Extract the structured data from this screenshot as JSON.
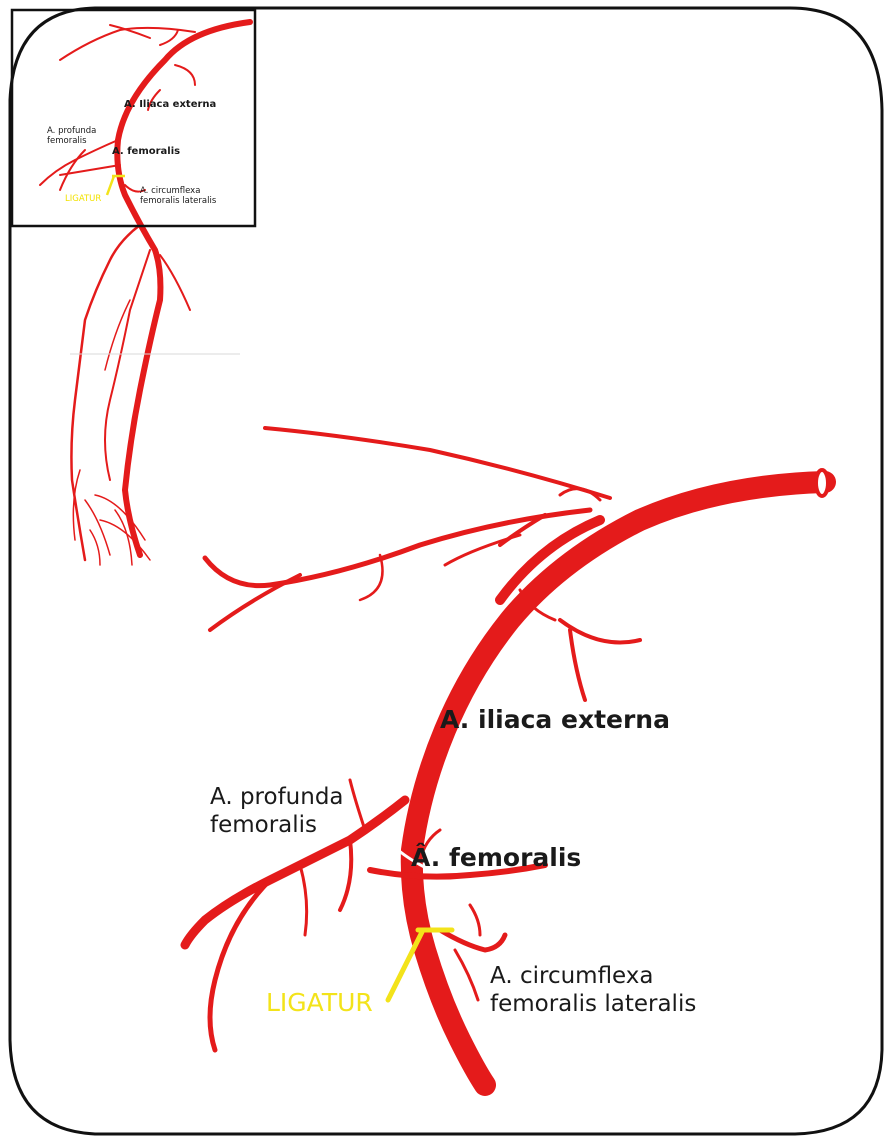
{
  "labels": {
    "iliaca_externa": "A. iliaca externa",
    "profunda_line1": "A. profunda",
    "profunda_line2": "femoralis",
    "femoralis": "Â. femoralis",
    "circumflexa_line1": "A. circumflexa",
    "circumflexa_line2": "femoralis lateralis",
    "ligatur": "LIGATUR"
  },
  "thumbnail": {
    "iliaca_externa": "A. Iliaca externa",
    "profunda_line1": "A. profunda",
    "profunda_line2": "femoralis",
    "femoralis": "A. femoralis",
    "circumflexa_line1": "A. circumflexa",
    "circumflexa_line2": "femoralis lateralis",
    "ligatur": "LIGATUR"
  },
  "colors": {
    "artery": "#e41b1b",
    "ligature": "#f3e31a",
    "frame": "#111111",
    "text": "#1a1a1a"
  }
}
